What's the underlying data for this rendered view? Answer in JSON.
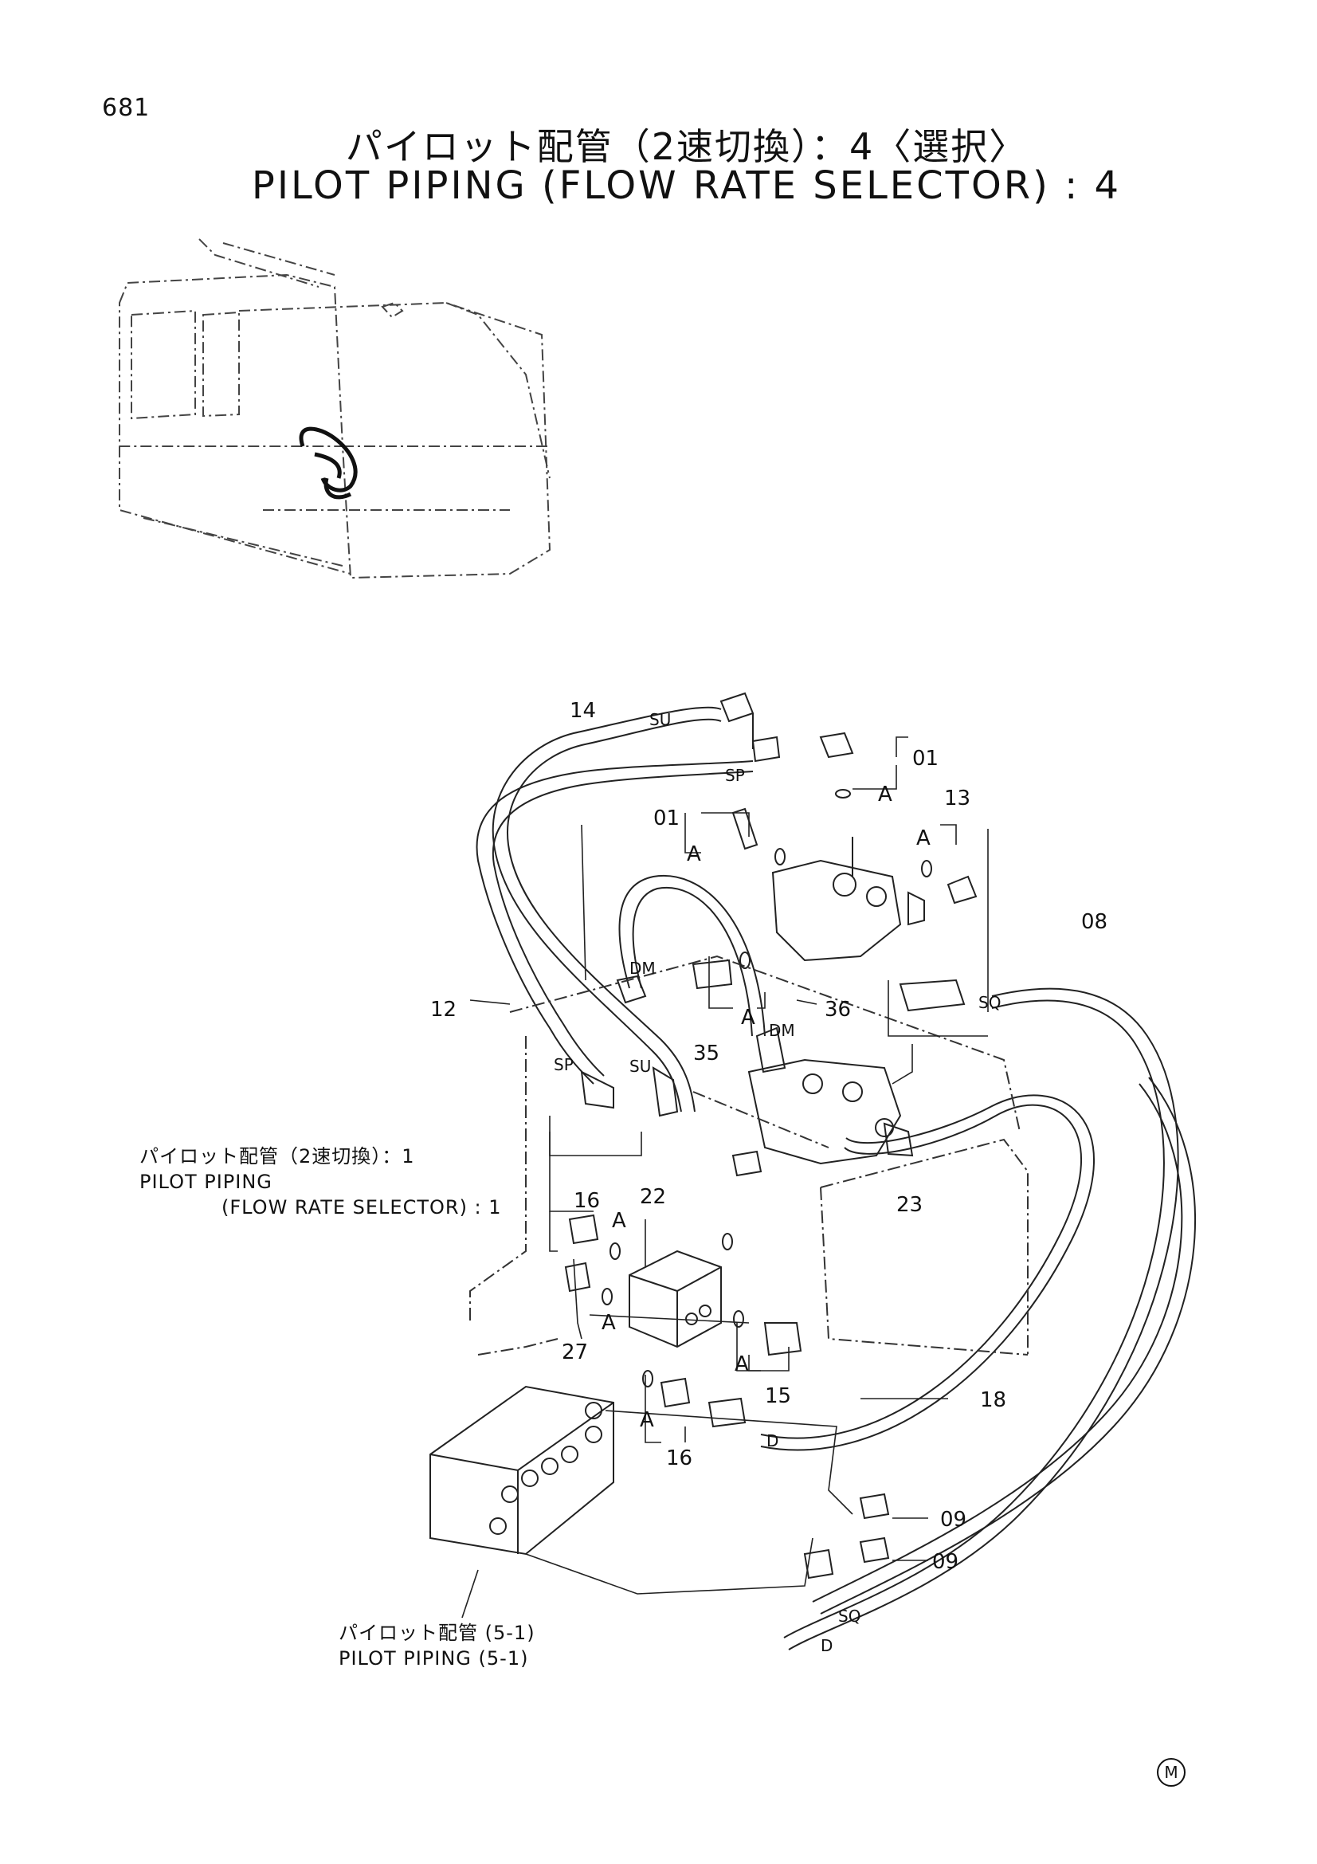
{
  "page_number": "681",
  "title_ja": "パイロット配管（2速切換）：4〈選択〉",
  "title_en": "PILOT PIPING (FLOW RATE SELECTOR) : 4",
  "callouts": [
    "14",
    "01",
    "01",
    "13",
    "08",
    "12",
    "36",
    "35",
    "16",
    "22",
    "23",
    "27",
    "15",
    "18",
    "16",
    "09",
    "09"
  ],
  "port_labels": [
    "SU",
    "SP",
    "DM",
    "DM",
    "SP",
    "SU",
    "SQ",
    "SQ",
    "D",
    "D"
  ],
  "connector_mark": "A",
  "ref_flow_selector": {
    "ja": "パイロット配管（2速切換）：1",
    "en_line1": "PILOT PIPING",
    "en_line2": "(FLOW RATE SELECTOR) : 1"
  },
  "ref_pilot_5_1": {
    "ja": "パイロット配管 (5-1)",
    "en": "PILOT PIPING (5-1)"
  },
  "copyright_mark": "M"
}
